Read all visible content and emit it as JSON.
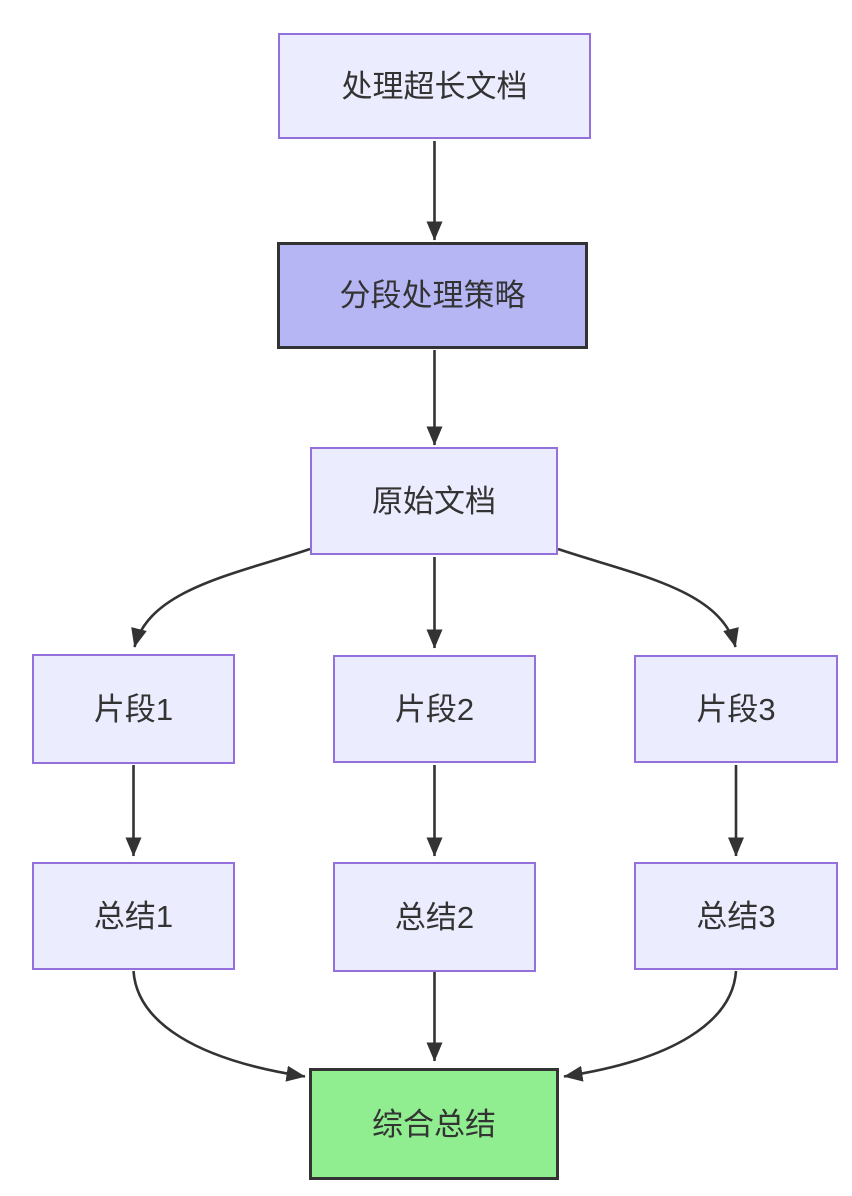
{
  "diagram": {
    "type": "flowchart",
    "direction": "top-down",
    "nodes": {
      "a": {
        "label": "处理超长文档",
        "style": "default"
      },
      "b": {
        "label": "分段处理策略",
        "style": "emphasis"
      },
      "c": {
        "label": "原始文档",
        "style": "default"
      },
      "d1": {
        "label": "片段1",
        "style": "default"
      },
      "d2": {
        "label": "片段2",
        "style": "default"
      },
      "d3": {
        "label": "片段3",
        "style": "default"
      },
      "s1": {
        "label": "总结1",
        "style": "default"
      },
      "s2": {
        "label": "总结2",
        "style": "default"
      },
      "s3": {
        "label": "总结3",
        "style": "default"
      },
      "f": {
        "label": "综合总结",
        "style": "success"
      }
    },
    "edges": [
      {
        "from": "a",
        "to": "b"
      },
      {
        "from": "b",
        "to": "c"
      },
      {
        "from": "c",
        "to": "d1"
      },
      {
        "from": "c",
        "to": "d2"
      },
      {
        "from": "c",
        "to": "d3"
      },
      {
        "from": "d1",
        "to": "s1"
      },
      {
        "from": "d2",
        "to": "s2"
      },
      {
        "from": "d3",
        "to": "s3"
      },
      {
        "from": "s1",
        "to": "f"
      },
      {
        "from": "s2",
        "to": "f"
      },
      {
        "from": "s3",
        "to": "f"
      }
    ],
    "colors": {
      "node_fill": "#ececff",
      "node_border": "#9370db",
      "emphasis_fill": "#b6b6f5",
      "success_fill": "#90ee90",
      "strong_border": "#333333",
      "edge_color": "#333333",
      "text_color": "#333333",
      "background": "#ffffff"
    }
  }
}
